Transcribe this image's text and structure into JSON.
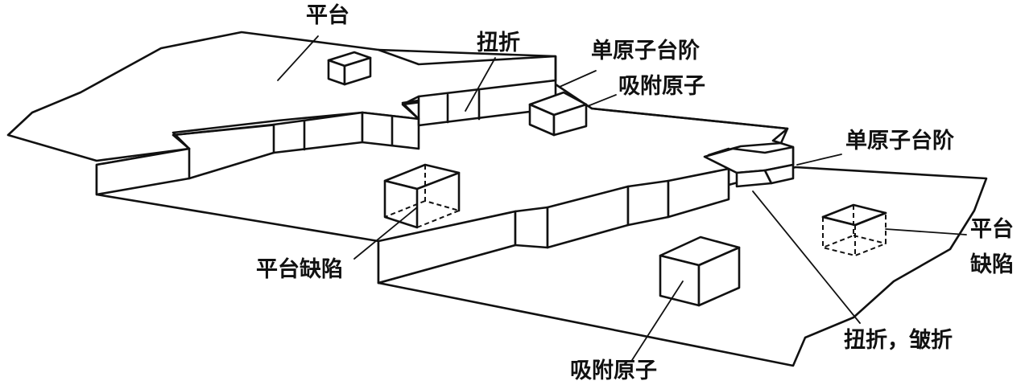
{
  "labels": {
    "terrace_top": "平台",
    "kink_top": "扭折",
    "step_top": "单原子台阶",
    "adatom_top": "吸附原子",
    "step_right": "单原子台阶",
    "vacancy_left": "平台缺陷",
    "vacancy_right_line1": "平台",
    "vacancy_right_line2": "缺陷",
    "kink_bottom": "扭折，皱折",
    "adatom_bottom": "吸附原子"
  },
  "colors": {
    "line": "#111111",
    "background": "#ffffff"
  }
}
